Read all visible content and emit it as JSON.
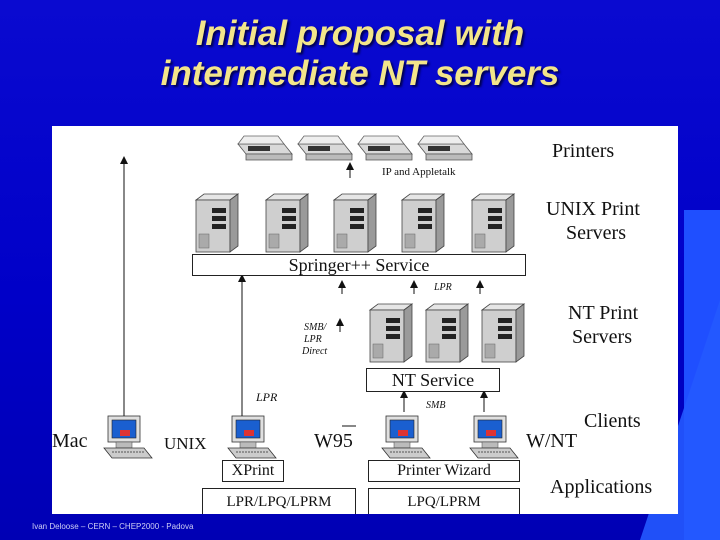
{
  "title": {
    "line1": "Initial proposal with",
    "line2": "intermediate NT servers"
  },
  "footer": "Ivan Deloose – CERN – CHEP2000 - Padova",
  "labels": {
    "printers": "Printers",
    "ip_appletalk": "IP and Appletalk",
    "unix_servers_1": "UNIX Print",
    "unix_servers_2": "Servers",
    "springer": "Springer++ Service",
    "lpr_top": "LPR",
    "nt_servers_1": "NT Print",
    "nt_servers_2": "Servers",
    "smb_direct_1": "SMB/",
    "smb_direct_2": "LPR",
    "smb_direct_3": "Direct",
    "nt_service": "NT Service",
    "lpr_left": "LPR",
    "smb": "SMB",
    "clients": "Clients",
    "mac": "Mac",
    "unix": "UNIX",
    "w95": "W95",
    "wnt": "W/NT",
    "xprint": "XPrint",
    "printer_wizard": "Printer Wizard",
    "applications": "Applications",
    "lpr_lpq_lprm": "LPR/LPQ/LPRM",
    "lpq_lprm": "LPQ/LPRM"
  },
  "colors": {
    "background": "#0000c8",
    "title": "#f3e58a",
    "screen": "#1a5fd0"
  }
}
